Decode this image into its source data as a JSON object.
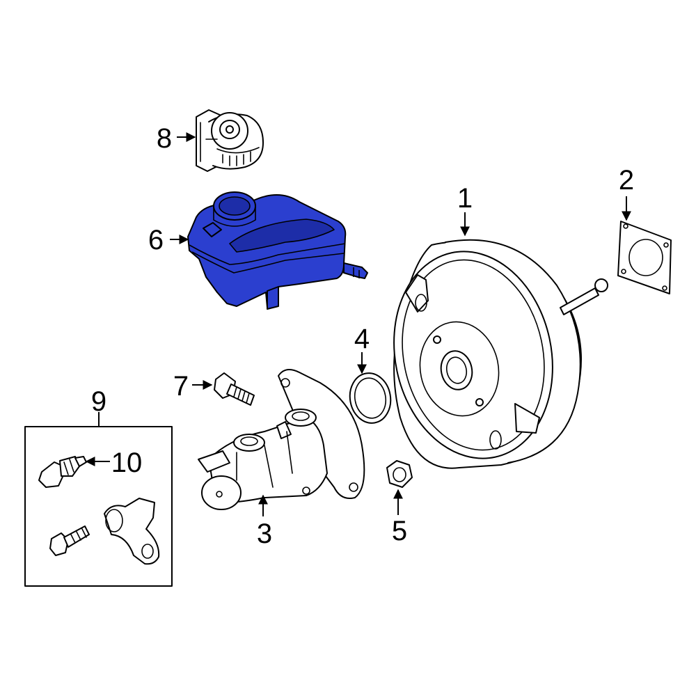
{
  "callouts": {
    "c1": "1",
    "c2": "2",
    "c3": "3",
    "c4": "4",
    "c5": "5",
    "c6": "6",
    "c7": "7",
    "c8": "8",
    "c9": "9",
    "c10": "10"
  },
  "colors": {
    "highlight": "#2b3fcf",
    "line": "#000000",
    "background": "#ffffff"
  },
  "highlighted_part": "6"
}
